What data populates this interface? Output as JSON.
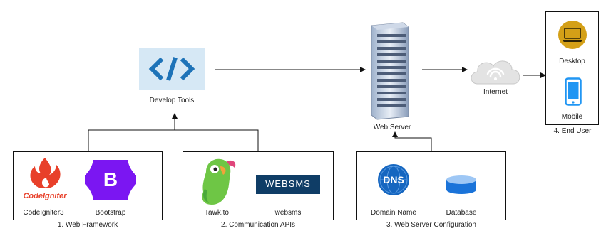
{
  "nodes": {
    "develop_tools": "Develop Tools",
    "web_server": "Web Server",
    "internet": "Internet",
    "desktop": "Desktop",
    "mobile": "Mobile",
    "end_user_group": "4. End User"
  },
  "groups": {
    "web_framework": {
      "title": "1. Web Framework",
      "items": [
        "CodeIgniter3",
        "Bootstrap"
      ],
      "logo_text": "CodeIgniter",
      "bootstrap_letter": "B"
    },
    "communication_apis": {
      "title": "2. Communication APIs",
      "items": [
        "Tawk.to",
        "websms"
      ],
      "websms_logo": "WEBSMS"
    },
    "web_server_config": {
      "title": "3. Web Server Configuration",
      "items": [
        "Domain Name",
        "Database"
      ],
      "dns_text": "DNS"
    }
  },
  "colors": {
    "codeigniter": "#e8402a",
    "bootstrap": "#7b16f2",
    "websms": "#0f3d66",
    "dns": "#1566c0",
    "database": "#1a73d9",
    "device": "#d4a017",
    "mobile": "#2196f3",
    "cloud": "#c8c8c8",
    "devtools_bg": "#d6e8f5",
    "devtools_icon": "#1e73b8"
  }
}
